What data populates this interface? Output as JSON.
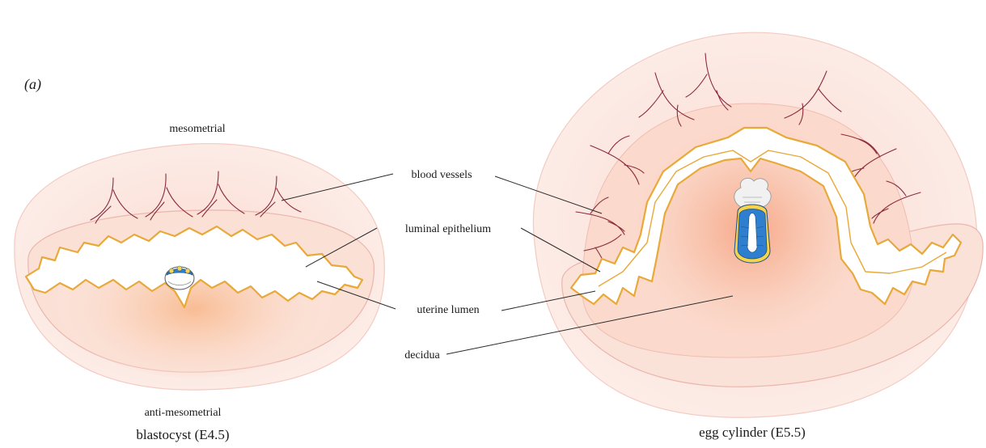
{
  "panel_label": "(a)",
  "labels": {
    "mesometrial": "mesometrial",
    "anti_mesometrial": "anti-mesometrial",
    "blood_vessels": "blood vessels",
    "luminal_epithelium": "luminal epithelium",
    "uterine_lumen": "uterine lumen",
    "decidua": "decidua"
  },
  "stages": {
    "left": "blastocyst (E4.5)",
    "right": "egg cylinder (E5.5)"
  },
  "colors": {
    "tissue_outer": "#fbe3dc",
    "tissue_edge": "#f2c4bb",
    "decidua_glow": "#f6b08a",
    "epithelium": "#e8a93a",
    "vessels": "#8a2b3a",
    "embryo_blue": "#2f7fd0"
  }
}
